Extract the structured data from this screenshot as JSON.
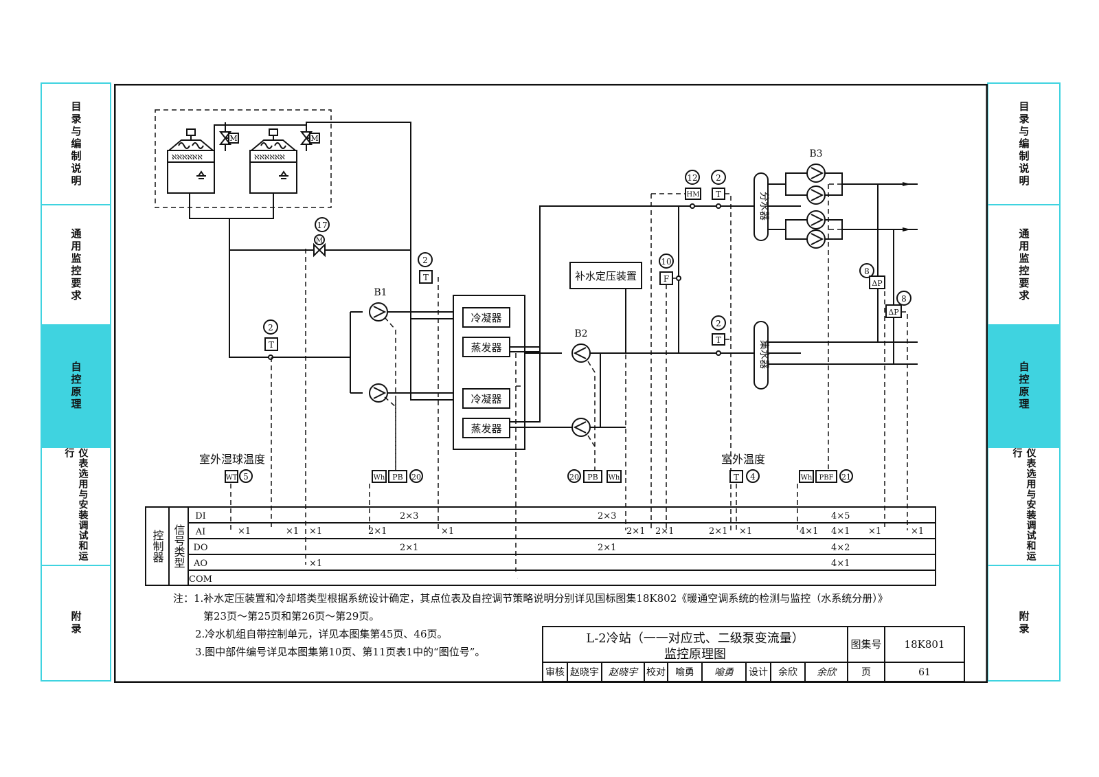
{
  "sidebar_left": [
    {
      "label": "目录与编制说明",
      "active": false
    },
    {
      "label": "通用监控要求",
      "active": false
    },
    {
      "label": "自控原理",
      "active": true
    },
    {
      "label": "仪表选用与安装调试和运行",
      "active": false
    },
    {
      "label": "附录",
      "active": false
    }
  ],
  "sidebar_right": [
    {
      "label": "目录与编制说明",
      "active": false
    },
    {
      "label": "通用监控要求",
      "active": false
    },
    {
      "label": "自控原理",
      "active": true
    },
    {
      "label": "仪表选用与安装调试和运行",
      "active": false
    },
    {
      "label": "附录",
      "active": false
    }
  ],
  "diagram": {
    "pumps": {
      "b1": "B1",
      "b2": "B2",
      "b3": "B3"
    },
    "condenser": "冷凝器",
    "evaporator": "蒸发器",
    "makeup_device": "补水定压装置",
    "header_supply": "分水器",
    "header_return": "集水器",
    "valve_m": "M",
    "outdoor_wetbulb": "室外湿球温度",
    "outdoor_temp": "室外温度",
    "tags": {
      "t": "T",
      "hm": "HM",
      "f": "F",
      "dp": "ΔP",
      "wt": "WT",
      "wh": "Wh",
      "pb": "PB",
      "pbf": "PBF",
      "n2": "2",
      "n4": "4",
      "n5": "5",
      "n8": "8",
      "n10": "10",
      "n12": "12",
      "n17": "17",
      "n20": "20",
      "n21": "21"
    }
  },
  "io_table": {
    "controller_label": "控制器",
    "signal_label": "信号类型",
    "rows": [
      "DI",
      "AI",
      "DO",
      "AO",
      "COM"
    ],
    "counts": {
      "x1": "×1",
      "x2x1": "2×1",
      "x2x3": "2×3",
      "x4x1": "4×1",
      "x4x5": "4×5",
      "x4x2": "4×2"
    }
  },
  "notes": [
    "注：1.补水定压装置和冷却塔类型根据系统设计确定，其点位表及自控调节策略说明分别详见国标图集18K802《暖通空调系统的检测与监控（水系统分册）》",
    "第23页～第25页和第26页～第29页。",
    "2.冷水机组自带控制单元，详见本图集第45页、46页。",
    "3.图中部件编号详见本图集第10页、第11页表1中的“图位号”。"
  ],
  "title_block": {
    "title_line1": "L-2冷站（一一对应式、二级泵变流量）",
    "title_line2": "监控原理图",
    "atlas_label": "图集号",
    "atlas_no": "18K801",
    "review_label": "审核",
    "reviewer": "赵晓宇",
    "reviewer_sign": "赵晓宇",
    "check_label": "校对",
    "checker": "喻勇",
    "checker_sign": "喻勇",
    "design_label": "设计",
    "designer": "余欣",
    "designer_sign": "余欣",
    "page_label": "页",
    "page_no": "61"
  }
}
